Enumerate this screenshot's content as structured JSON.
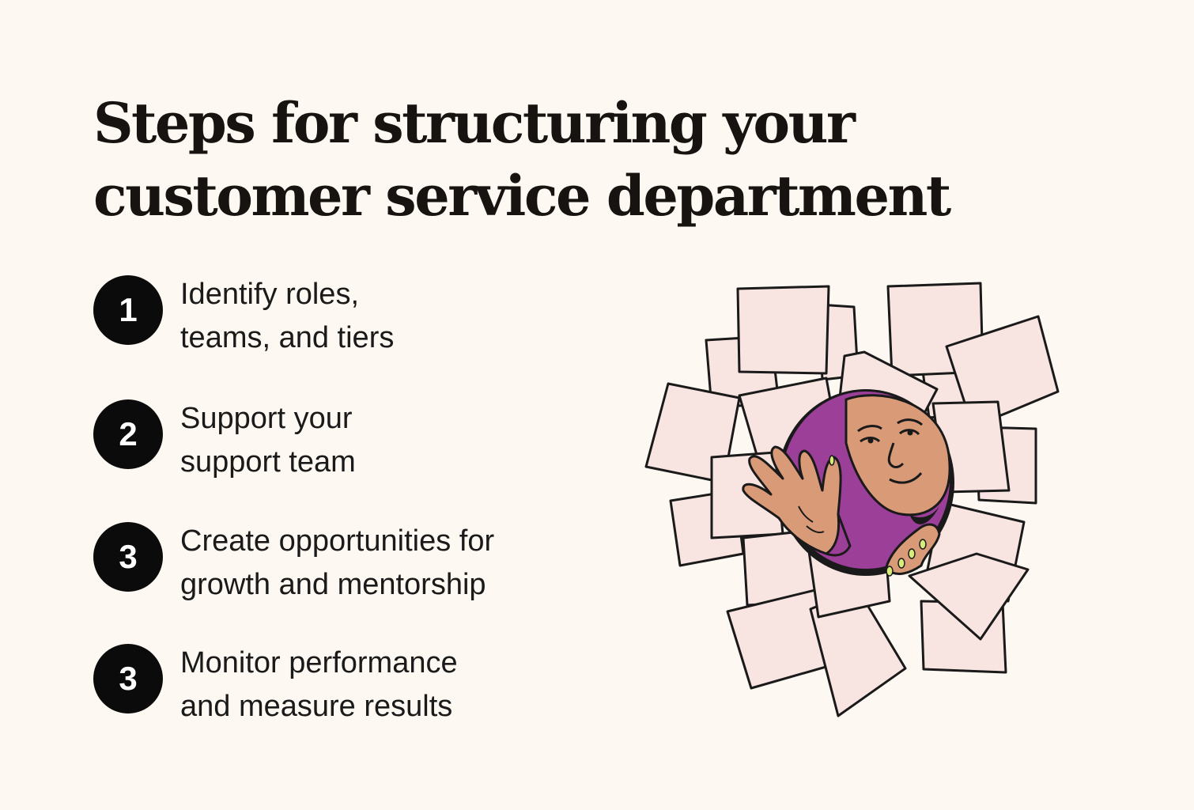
{
  "title": {
    "line1": "Steps for structuring your",
    "line2": "customer service department"
  },
  "steps": [
    {
      "number": "1",
      "line1": "Identify roles,",
      "line2": "teams, and tiers"
    },
    {
      "number": "2",
      "line1": "Support your",
      "line2": "support team"
    },
    {
      "number": "3",
      "line1": "Create opportunities for",
      "line2": "growth and mentorship"
    },
    {
      "number": "3",
      "line1": "Monitor performance",
      "line2": "and measure results"
    }
  ],
  "colors": {
    "background": "#fdf8f1",
    "badge": "#0b0b0b",
    "note_fill": "#f8e5e1",
    "purple": "#9b3f98",
    "skin": "#d99a78",
    "nail": "#d7ec7c"
  },
  "illustration": {
    "description_icon": "person-peeking-through-sticky-notes-illustration"
  }
}
